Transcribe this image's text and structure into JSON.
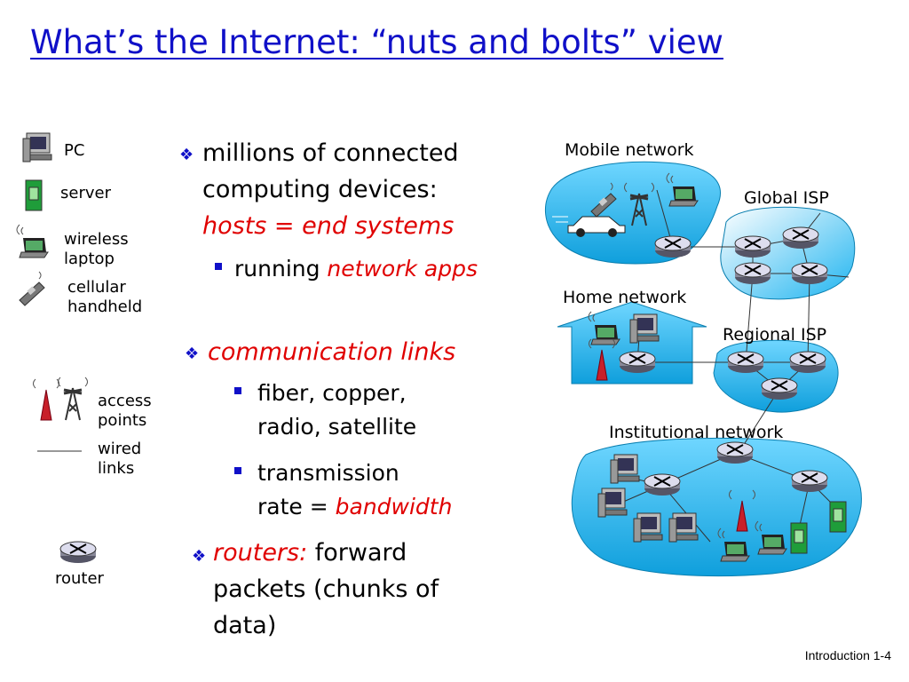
{
  "slide": {
    "title": "What’s the Internet: “nuts and bolts” view",
    "footer": "Introduction 1-4"
  },
  "legend": {
    "pc": "PC",
    "server": "server",
    "wireless_laptop_1": "wireless",
    "wireless_laptop_2": "laptop",
    "cellular_1": "cellular",
    "cellular_2": "handheld",
    "access_1": "access",
    "access_2": "points",
    "wired_1": "wired",
    "wired_2": "links",
    "router": "router"
  },
  "bullets": {
    "b1_line1": "millions of connected",
    "b1_line2": "computing devices:",
    "b1_line3": "hosts = end systems",
    "b1_sub_prefix": "running ",
    "b1_sub_em": "network apps",
    "b2_em": "communication links",
    "b2_sub1_line1": "fiber, copper,",
    "b2_sub1_line2": "radio, satellite",
    "b2_sub2_line1": "transmission",
    "b2_sub2_line2_prefix": "rate = ",
    "b2_sub2_line2_em": "bandwidth",
    "b3_em": "routers:",
    "b3_rest": " forward",
    "b3_line2": "packets (chunks of",
    "b3_line3": "data)"
  },
  "diagram": {
    "mobile_network": "Mobile network",
    "global_isp": "Global ISP",
    "home_network": "Home network",
    "regional_isp": "Regional ISP",
    "institutional_network": "Institutional network"
  },
  "colors": {
    "title": "#1010c8",
    "emphasis": "#e00000",
    "cloud": "#1eb4f0"
  }
}
